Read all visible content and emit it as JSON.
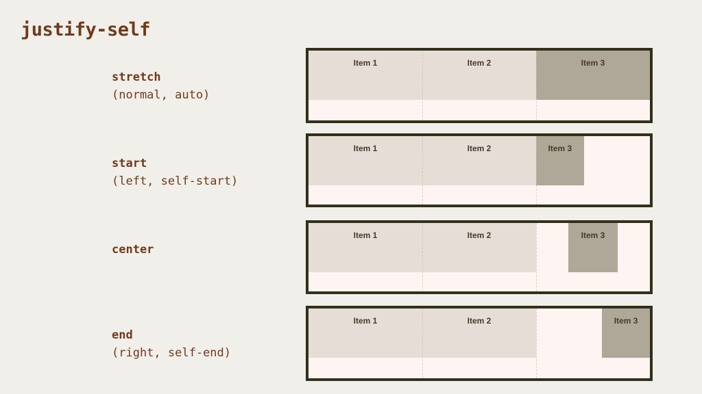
{
  "title": "justify-self",
  "colors": {
    "page_bg": "#f1efe9",
    "text_brown": "#6f3b1c",
    "box_border": "#32301a",
    "box_bg": "#fef4f1",
    "item_bg": "#e6ddd7",
    "item3_bg": "#afa798",
    "item_text": "#453b29",
    "separator": "#ddb99f"
  },
  "rows": [
    {
      "label": "stretch",
      "sublabel": "(normal, auto)",
      "mode": "stretch",
      "items": [
        "Item 1",
        "Item 2",
        "Item 3"
      ]
    },
    {
      "label": "start",
      "sublabel": "(left, self-start)",
      "mode": "start",
      "items": [
        "Item 1",
        "Item 2",
        "Item 3"
      ]
    },
    {
      "label": "center",
      "sublabel": "",
      "mode": "center",
      "items": [
        "Item 1",
        "Item 2",
        "Item 3"
      ]
    },
    {
      "label": "end",
      "sublabel": "(right, self-end)",
      "mode": "end",
      "items": [
        "Item 1",
        "Item 2",
        "Item 3"
      ]
    }
  ]
}
